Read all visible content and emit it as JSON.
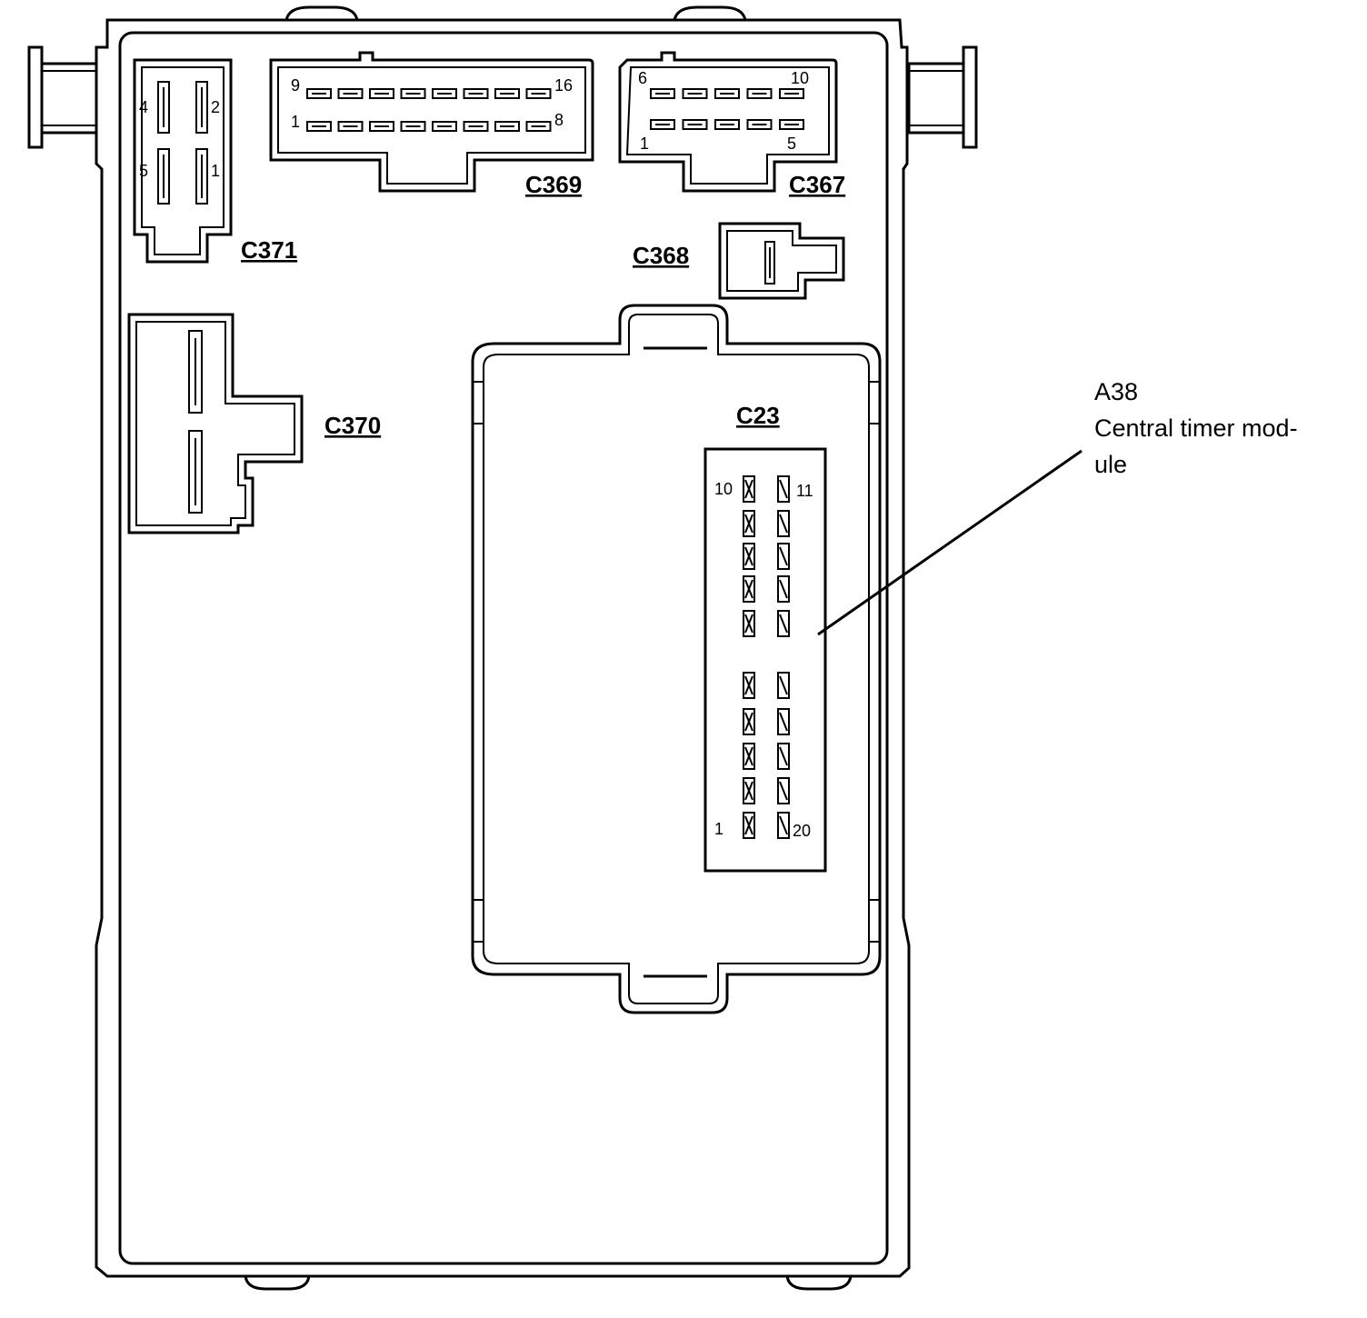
{
  "module": {
    "id": "A38",
    "description_line1": "Central timer mod-",
    "description_line2": "ule"
  },
  "connectors": {
    "c371": {
      "label": "C371",
      "pins": [
        "4",
        "2",
        "5",
        "1"
      ]
    },
    "c369": {
      "label": "C369",
      "pins": [
        "9",
        "16",
        "1",
        "8"
      ]
    },
    "c367": {
      "label": "C367",
      "pins": [
        "6",
        "10",
        "1",
        "5"
      ]
    },
    "c368": {
      "label": "C368"
    },
    "c370": {
      "label": "C370"
    },
    "c23": {
      "label": "C23",
      "pins": [
        "10",
        "11",
        "1",
        "20"
      ]
    }
  }
}
